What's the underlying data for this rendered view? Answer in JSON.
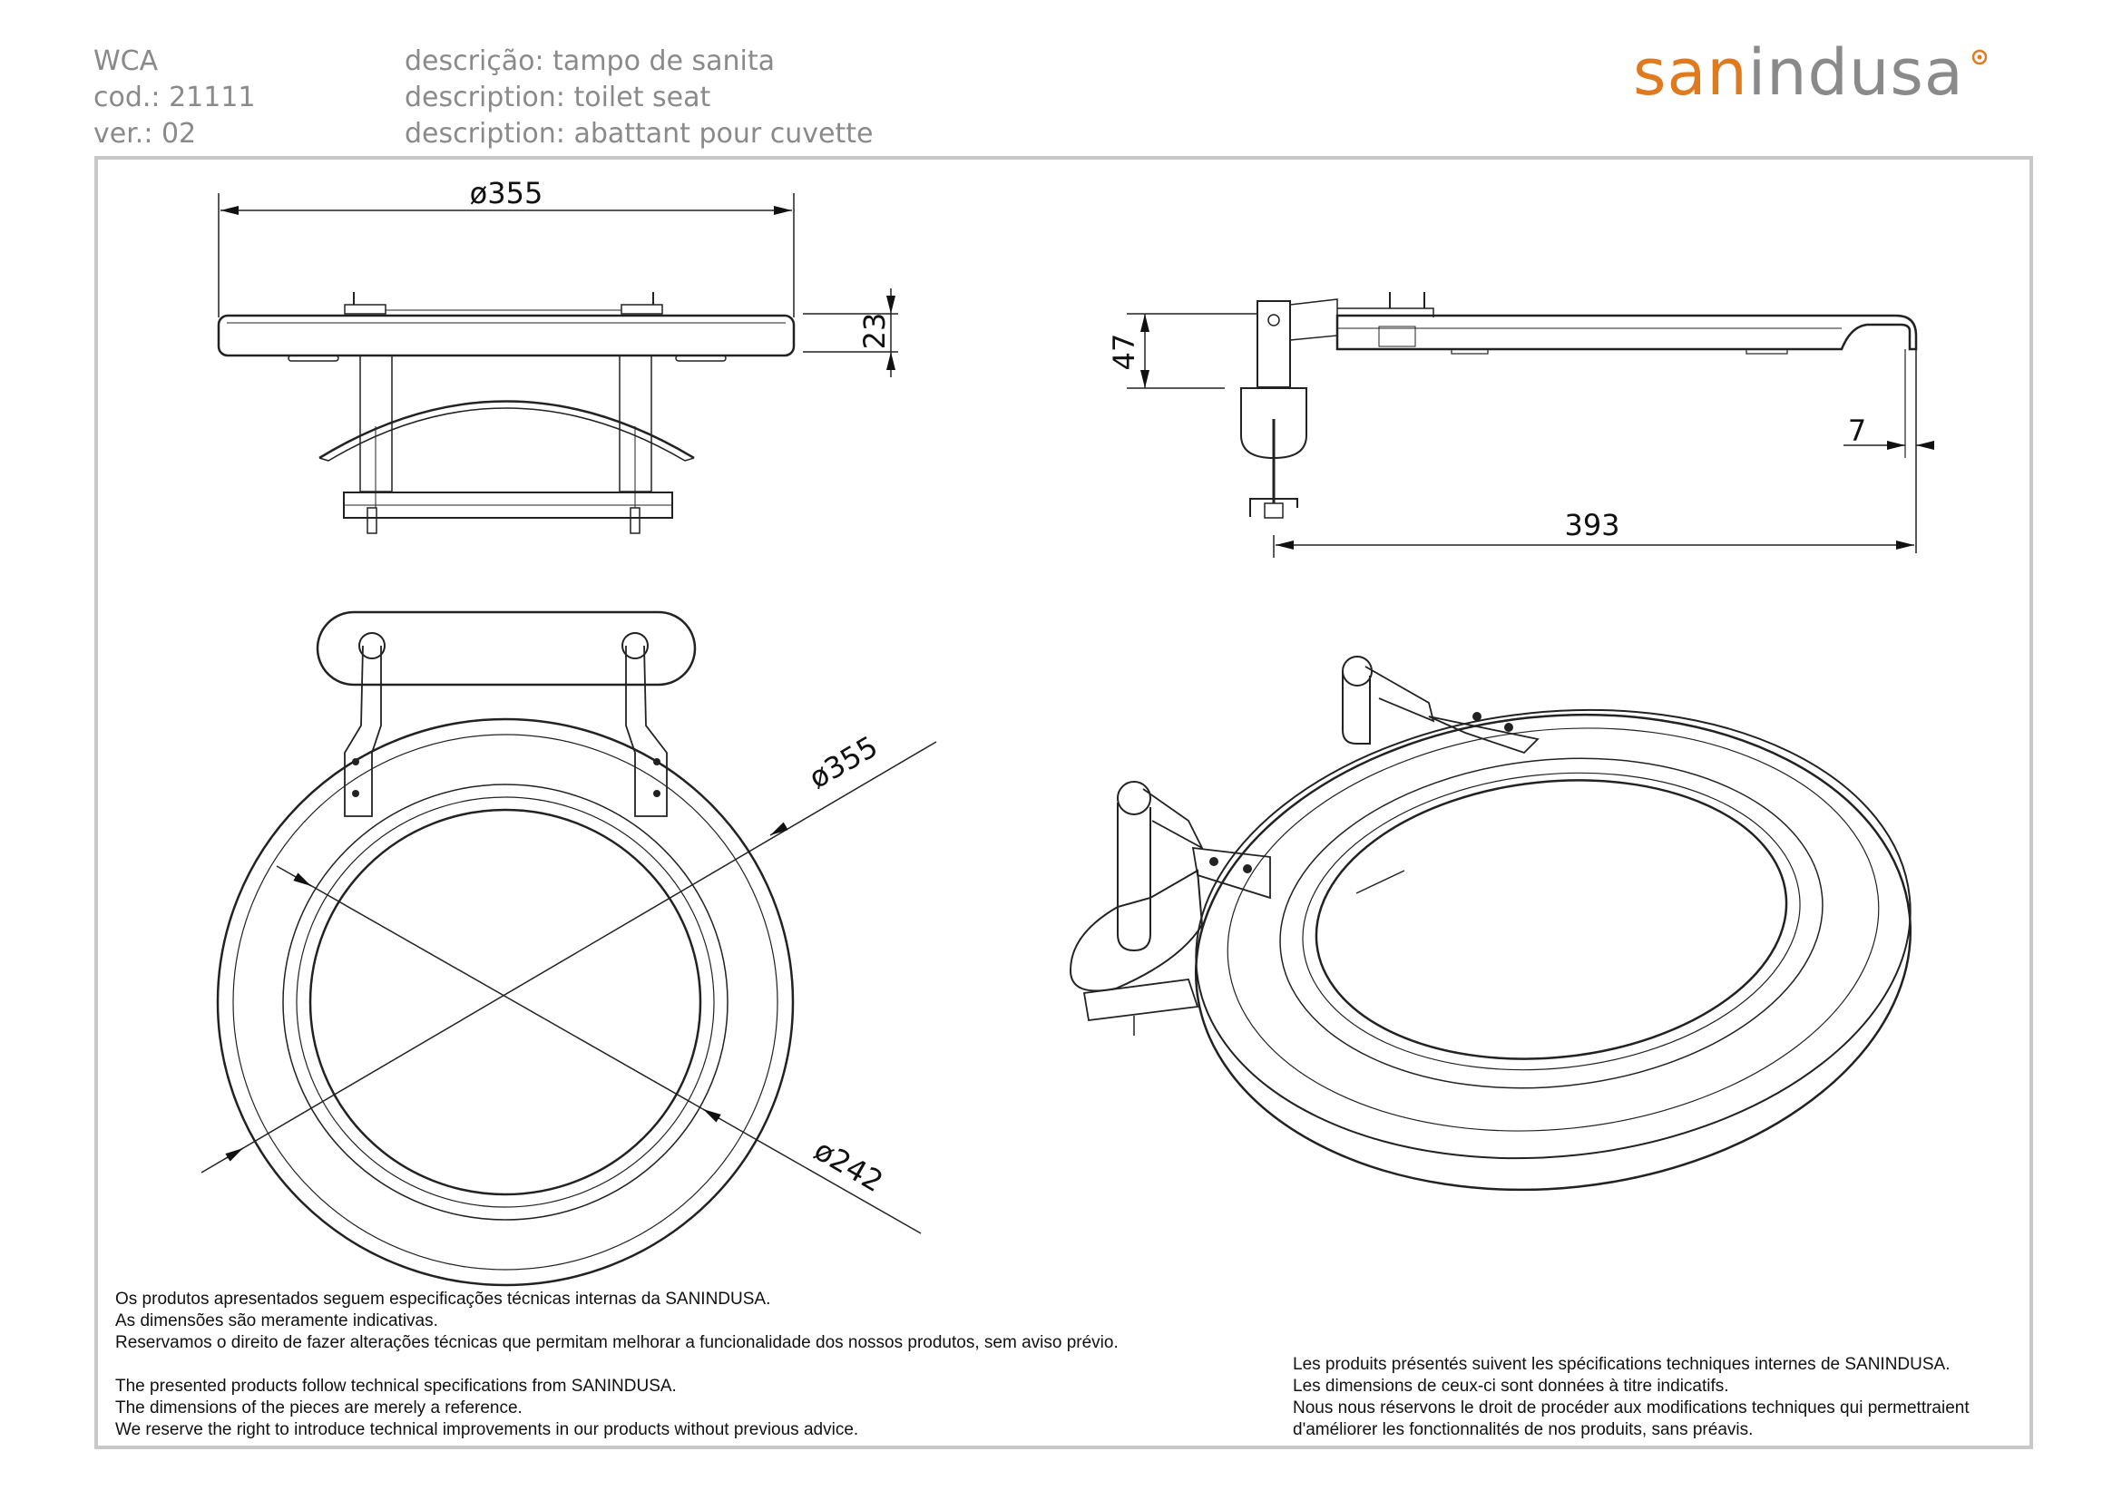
{
  "header": {
    "model": "WCA",
    "code": "cod.: 21111",
    "version": "ver.: 02",
    "desc_pt": "descrição: tampo de sanita",
    "desc_en": "description: toilet seat",
    "desc_fr": "description: abattant pour cuvette"
  },
  "logo": {
    "part1": "san",
    "part2": "indusa"
  },
  "dimensions": {
    "top_width": "ø355",
    "thickness": "23",
    "hinge_height": "47",
    "overhang": "7",
    "depth": "393",
    "outer_diameter": "ø355",
    "inner_diameter": "ø242"
  },
  "notes": {
    "pt": [
      "Os produtos apresentados seguem especificações técnicas internas da SANINDUSA.",
      "As dimensões são meramente indicativas.",
      "Reservamos o direito de fazer alterações técnicas que permitam melhorar a funcionalidade dos nossos produtos, sem aviso prévio."
    ],
    "en": [
      "The presented products follow technical specifications from SANINDUSA.",
      "The dimensions of the pieces are merely a reference.",
      "We reserve the right to introduce technical improvements in our products without previous advice."
    ],
    "fr": [
      "Les produits présentés suivent les spécifications techniques internes de SANINDUSA.",
      "Les dimensions de ceux-ci sont données à titre indicatifs.",
      "Nous nous réservons le droit de procéder aux modifications techniques qui permettraient",
      "d'améliorer les fonctionnalités de nos produits, sans préavis."
    ]
  },
  "colors": {
    "brand_orange": "#e07a1f",
    "brand_gray": "#8a8a8a",
    "frame": "#c8c8c8"
  }
}
